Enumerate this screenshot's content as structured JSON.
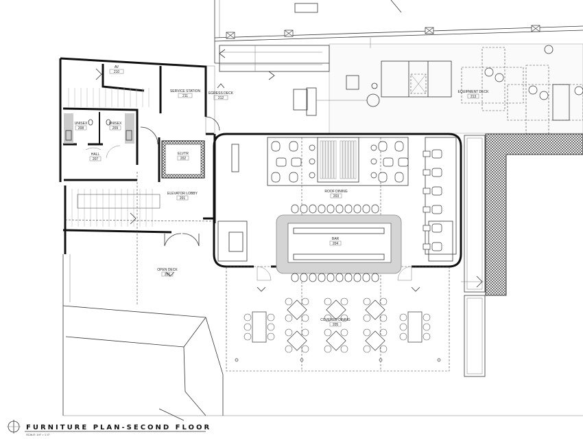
{
  "drawing": {
    "title": "FURNITURE PLAN-SECOND FLOOR",
    "scale": "SCALE: 1/4\" = 1'-0\""
  },
  "rooms": [
    {
      "name": "AV",
      "number": "210"
    },
    {
      "name": "SERVICE STATION",
      "number": "211"
    },
    {
      "name": "EGRESS DECK",
      "number": "212"
    },
    {
      "name": "UNISEX",
      "number": "208"
    },
    {
      "name": "UNISEX",
      "number": "209"
    },
    {
      "name": "HALL",
      "number": "207"
    },
    {
      "name": "ELVTR",
      "number": "202"
    },
    {
      "name": "ELEVATOR LOBBY",
      "number": "201"
    },
    {
      "name": "ROOF DINING",
      "number": "203"
    },
    {
      "name": "BAR",
      "number": "204"
    },
    {
      "name": "OPEN DECK",
      "number": "206"
    },
    {
      "name": "COVERED DINING",
      "number": "205"
    },
    {
      "name": "EQUIPMENT DECK",
      "number": "213"
    }
  ],
  "colors": {
    "line": "#111111",
    "bar_fill": "#d4d4d4",
    "wet_area": "#cccccc"
  }
}
